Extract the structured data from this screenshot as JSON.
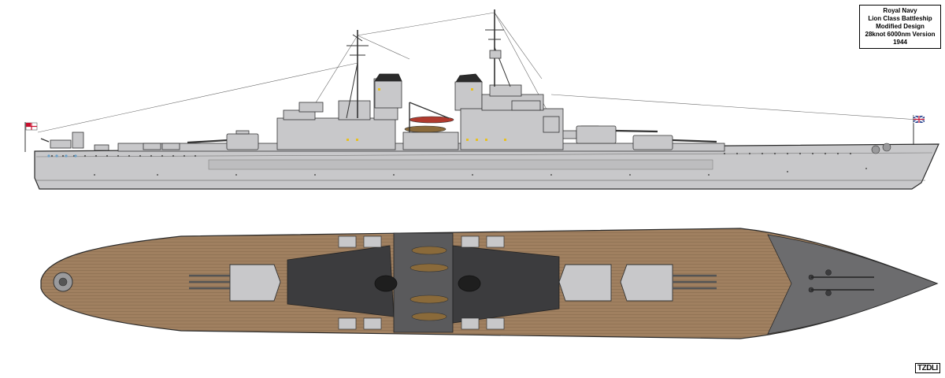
{
  "title_block": {
    "line1": "Royal Navy",
    "line2": "Lion Class Battleship",
    "line3": "Modified Design",
    "line4": "28knot 6000nm Version",
    "line5": "1944"
  },
  "signature": "TZDLI",
  "views": [
    "profile",
    "plan"
  ],
  "colors": {
    "hull_grey": "#c8c8ca",
    "outline": "#2a2a2a",
    "deck_wood": "#a08060",
    "deck_steel": "#6c6c6e",
    "superstructure_dark": "#3c3c3e",
    "funnel_cap": "#2b2b2b",
    "ensign_red": "#c8102e",
    "jack_blue": "#1d3b8a",
    "boat_red": "#b03a2e",
    "boat_brown": "#8a6a3a"
  },
  "icons": {
    "stern_flag": "white-ensign-icon",
    "bow_flag": "union-jack-icon",
    "main_turret": "triple-gun-turret-icon",
    "secondary_turret": "twin-gun-turret-icon",
    "funnel": "funnel-icon",
    "mast": "tripod-mast-icon"
  }
}
